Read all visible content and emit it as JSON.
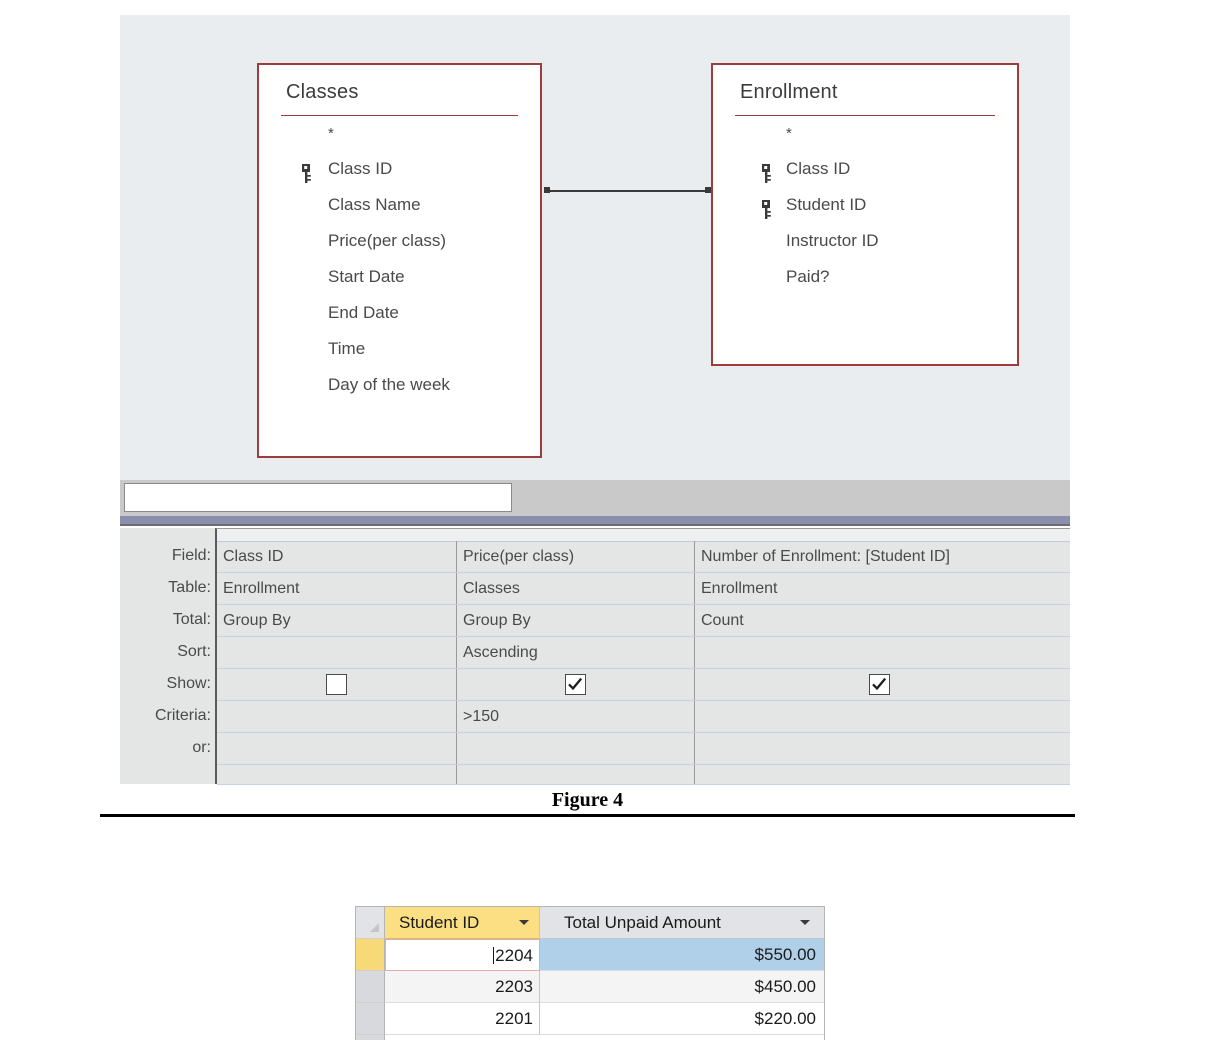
{
  "diagram": {
    "tables": [
      {
        "name": "Classes",
        "fields": [
          {
            "label": "*",
            "key": false,
            "star": true
          },
          {
            "label": "Class ID",
            "key": true,
            "star": false
          },
          {
            "label": "Class Name",
            "key": false,
            "star": false
          },
          {
            "label": "Price(per class)",
            "key": false,
            "star": false
          },
          {
            "label": "Start Date",
            "key": false,
            "star": false
          },
          {
            "label": "End Date",
            "key": false,
            "star": false
          },
          {
            "label": "Time",
            "key": false,
            "star": false
          },
          {
            "label": "Day of the week",
            "key": false,
            "star": false
          }
        ]
      },
      {
        "name": "Enrollment",
        "fields": [
          {
            "label": "*",
            "key": false,
            "star": true
          },
          {
            "label": "Class ID",
            "key": true,
            "star": false
          },
          {
            "label": "Student ID",
            "key": true,
            "star": false
          },
          {
            "label": "Instructor ID",
            "key": false,
            "star": false
          },
          {
            "label": "Paid?",
            "key": false,
            "star": false
          }
        ]
      }
    ],
    "relationship": {
      "from": "Classes.Class ID",
      "to": "Enrollment.Class ID"
    },
    "border_color": "#9c3c3c",
    "pane_background": "#eaedf0"
  },
  "property_box": {
    "value": "",
    "placeholder": ""
  },
  "query_grid": {
    "row_labels": [
      "Field:",
      "Table:",
      "Total:",
      "Sort:",
      "Show:",
      "Criteria:",
      "or:"
    ],
    "columns": [
      {
        "field": "Class ID",
        "table": "Enrollment",
        "total": "Group By",
        "sort": "",
        "show": false,
        "criteria": "",
        "or": ""
      },
      {
        "field": "Price(per class)",
        "table": "Classes",
        "total": "Group By",
        "sort": "Ascending",
        "show": true,
        "criteria": ">150",
        "or": ""
      },
      {
        "field": "Number of Enrollment: [Student ID]",
        "table": "Enrollment",
        "total": "Count",
        "sort": "",
        "show": true,
        "criteria": "",
        "or": ""
      }
    ]
  },
  "figure": {
    "caption": "Figure 4"
  },
  "datasheet": {
    "columns": [
      "Student ID",
      "Total Unpaid Amount"
    ],
    "rows": [
      {
        "student_id": "2204",
        "total_unpaid_amount": "$550.00",
        "selected": true
      },
      {
        "student_id": "2203",
        "total_unpaid_amount": "$450.00",
        "selected": false
      },
      {
        "student_id": "2201",
        "total_unpaid_amount": "$220.00",
        "selected": false
      }
    ],
    "header_colors": {
      "student_id": "#fbdf82",
      "total_unpaid_amount": "#e2e3e6"
    },
    "selection_color": "#b0cfe8"
  }
}
